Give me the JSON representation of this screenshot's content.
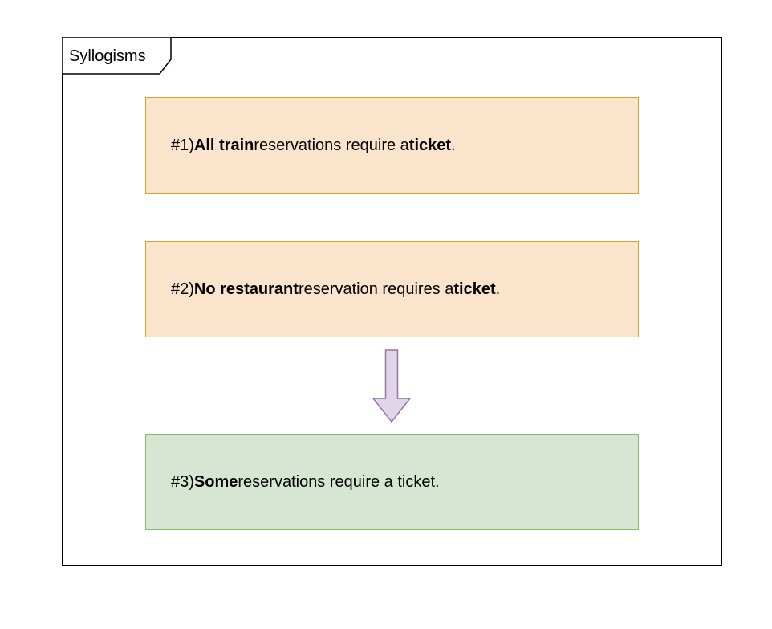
{
  "frame": {
    "title": "Syllogisms"
  },
  "premises": [
    {
      "prefix": "#1) ",
      "subject": "All train",
      "middle": " reservations require a ",
      "predicate": "ticket",
      "suffix": ".",
      "fill": "#fae5cc",
      "stroke": "#d6a324"
    },
    {
      "prefix": "#2) ",
      "subject": "No restaurant",
      "middle": " reservation requires a ",
      "predicate": "ticket",
      "suffix": ".",
      "fill": "#fae5cc",
      "stroke": "#d6a324"
    }
  ],
  "conclusion": {
    "prefix": "#3) ",
    "subject": "Some",
    "rest": " reservations require a ticket.",
    "fill": "#d6e6d3",
    "stroke": "#89b868"
  },
  "arrow": {
    "fill": "#e0d5e8",
    "stroke": "#9673a6"
  }
}
